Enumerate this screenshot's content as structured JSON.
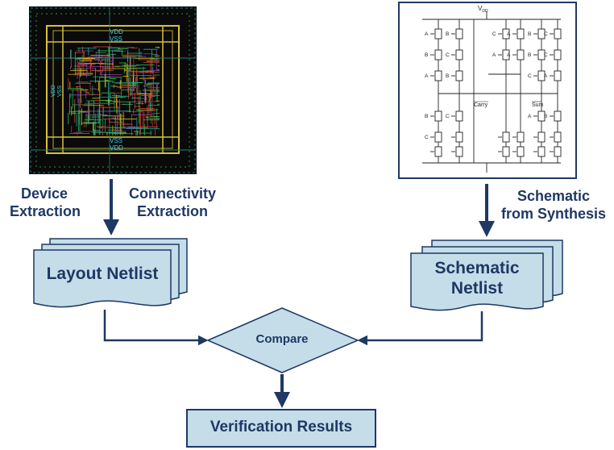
{
  "layout_panel": {
    "vdd_label": "VDD",
    "vss_label": "VSS",
    "vss_bottom_label": "VSS",
    "vdd_bottom_label": "VDD",
    "side_vdd": "VDD",
    "side_vss": "VSS"
  },
  "schematic_panel": {
    "vdd_label": "V",
    "vdd_sub": "DD",
    "carry_label": "Carry",
    "sum_label": "Sum",
    "inputs": [
      "A",
      "B",
      "C",
      "A",
      "B",
      "C",
      "B",
      "C",
      "A",
      "A",
      "B",
      "C",
      "A",
      "B",
      "C",
      "A",
      "B",
      "C",
      "A",
      "B",
      "C"
    ]
  },
  "labels": {
    "device_extraction": [
      "Device",
      "Extraction"
    ],
    "connectivity_extraction": [
      "Connectivity",
      "Extraction"
    ],
    "schematic_from_synthesis": [
      "Schematic",
      "from Synthesis"
    ]
  },
  "boxes": {
    "layout_netlist": "Layout Netlist",
    "schematic_netlist": [
      "Schematic",
      "Netlist"
    ],
    "compare": "Compare",
    "verification_results": "Verification Results"
  },
  "colors": {
    "navy": "#1f3864",
    "box_fill": "#c5dde9",
    "box_border": "#1f3864",
    "layout_bg": "#0a0a0a"
  }
}
